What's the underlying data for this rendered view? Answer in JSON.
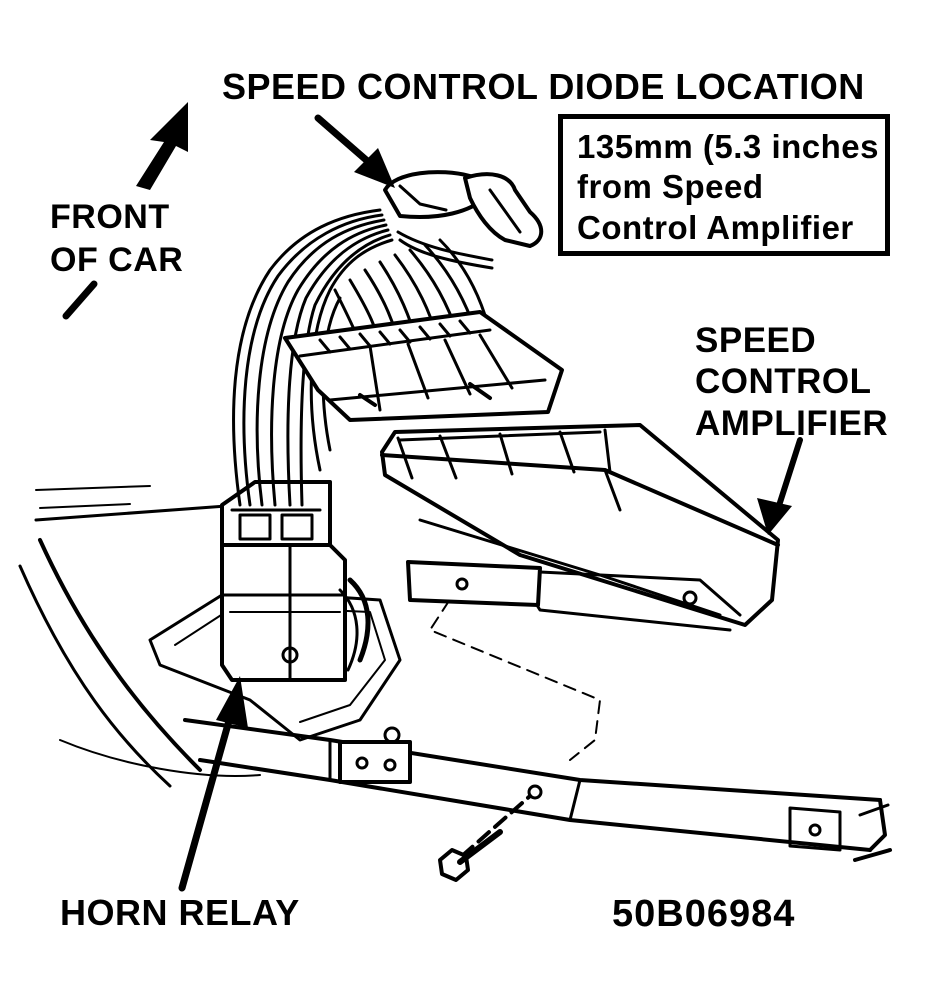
{
  "figure": {
    "labels": {
      "diode_location": "SPEED CONTROL DIODE LOCATION",
      "note_lines": [
        "135mm (5.3 inches",
        "from Speed",
        "Control Amplifier"
      ],
      "front_of_car": [
        "FRONT",
        "OF CAR"
      ],
      "amplifier": [
        "SPEED",
        "CONTROL",
        "AMPLIFIER"
      ],
      "horn_relay": "HORN RELAY",
      "figure_code": "50B06984"
    },
    "colors": {
      "ink": "#000000",
      "paper": "#ffffff"
    }
  }
}
